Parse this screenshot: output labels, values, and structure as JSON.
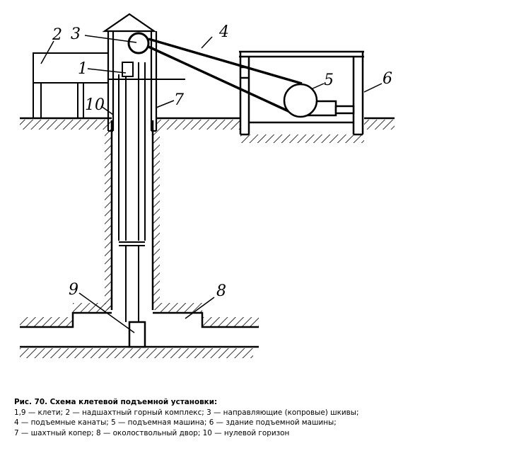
{
  "labels": {
    "l1": "1",
    "l2": "2",
    "l3": "3",
    "l4": "4",
    "l5": "5",
    "l6": "6",
    "l7": "7",
    "l8": "8",
    "l9": "9",
    "l10": "10"
  },
  "caption": {
    "title": "Рис. 70. Схема клетевой подъемной установки:",
    "lines": [
      "1,9 — клети; 2 — надшахтный горный комплекс; 3 — направляющие (копровые) шкивы;",
      "4 — подъемные канаты; 5 — подъемная машина; 6 — здание подъемной машины;",
      "7 — шахтный копер; 8 — околоствольный двор; 10 — нулевой горизон"
    ]
  }
}
